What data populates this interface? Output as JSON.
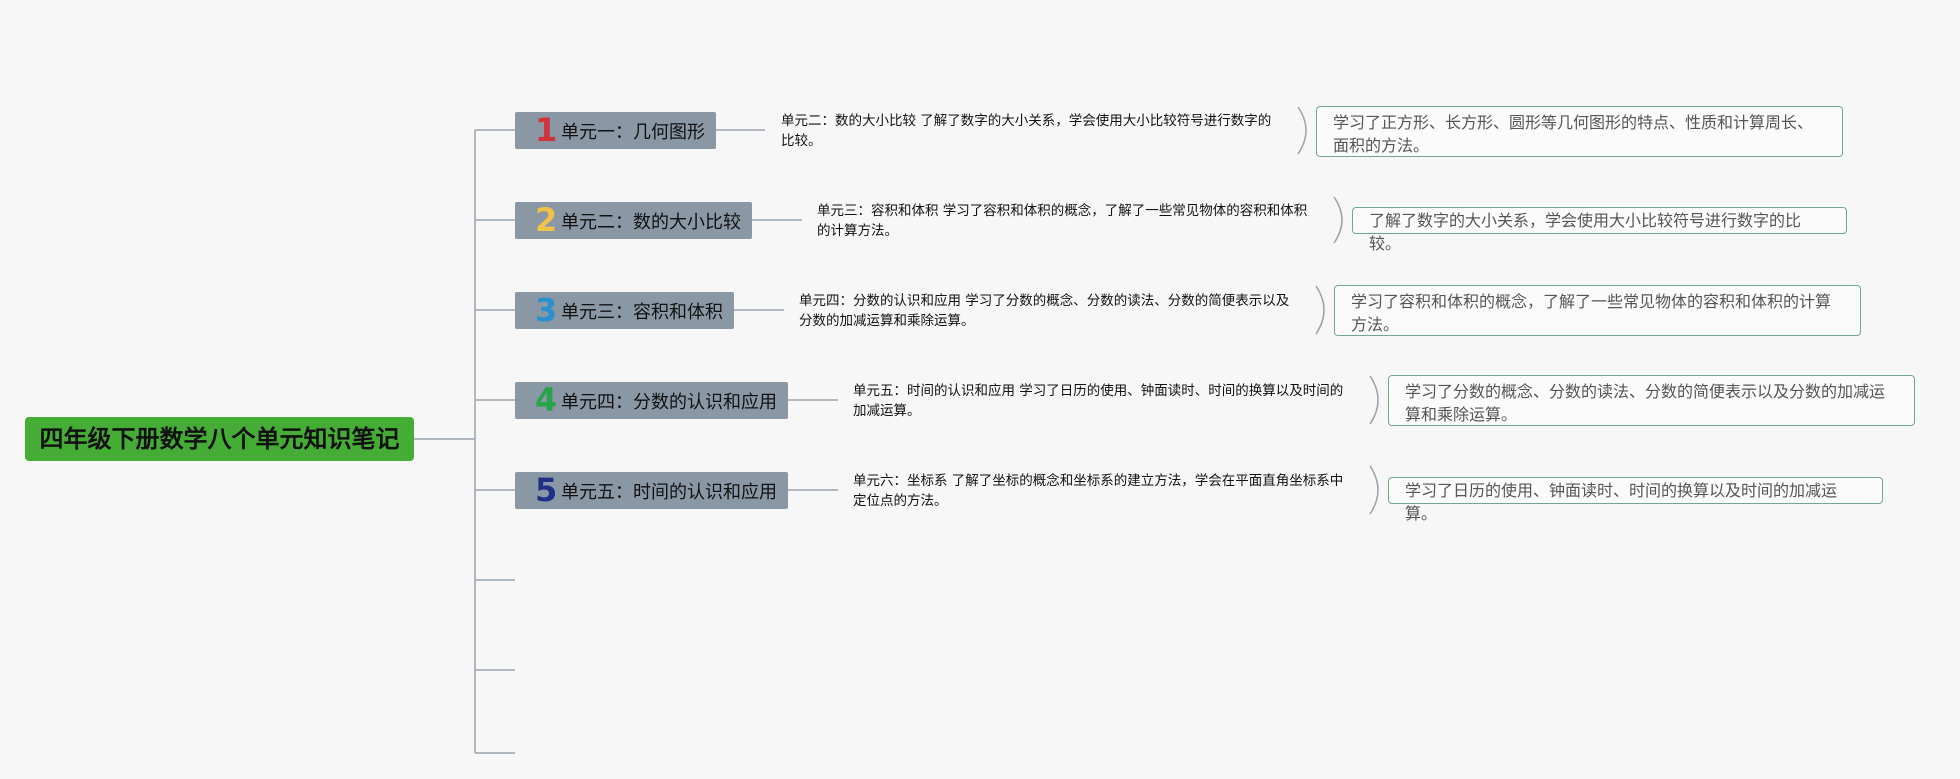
{
  "root": {
    "title": "四年级下册数学八个单元知识笔记"
  },
  "units": [
    {
      "num": "1",
      "num_color": "#d2323a",
      "label": "单元一：几何图形",
      "mid_text": "单元二：数的大小比较 了解了数字的大小关系，学会使用大小比较符号进行数字的比较。",
      "note": "学习了正方形、长方形、圆形等几何图形的特点、性质和计算周长、面积的方法。"
    },
    {
      "num": "2",
      "num_color": "#f0c24a",
      "label": "单元二：数的大小比较",
      "mid_text": "单元三：容积和体积 学习了容积和体积的概念，了解了一些常见物体的容积和体积的计算方法。",
      "note": "了解了数字的大小关系，学会使用大小比较符号进行数字的比较。"
    },
    {
      "num": "3",
      "num_color": "#2b8fd0",
      "label": "单元三：容积和体积",
      "mid_text": "单元四：分数的认识和应用 学习了分数的概念、分数的读法、分数的简便表示以及分数的加减运算和乘除运算。",
      "note": "学习了容积和体积的概念，了解了一些常见物体的容积和体积的计算方法。"
    },
    {
      "num": "4",
      "num_color": "#27a34a",
      "label": "单元四：分数的认识和应用",
      "mid_text": "单元五：时间的认识和应用 学习了日历的使用、钟面读时、时间的换算以及时间的加减运算。",
      "note": "学习了分数的概念、分数的读法、分数的简便表示以及分数的加减运算和乘除运算。"
    },
    {
      "num": "5",
      "num_color": "#1f2f88",
      "label": "单元五：时间的认识和应用",
      "mid_text": "单元六：坐标系 了解了坐标的概念和坐标系的建立方法，学会在平面直角坐标系中定位点的方法。",
      "note": "学习了日历的使用、钟面读时、时间的换算以及时间的加减运算。"
    }
  ],
  "colors": {
    "root_bg": "#45ad35",
    "unit_bg": "#8a98a5",
    "note_border": "#74a58e",
    "line": "#9aa3ad"
  }
}
